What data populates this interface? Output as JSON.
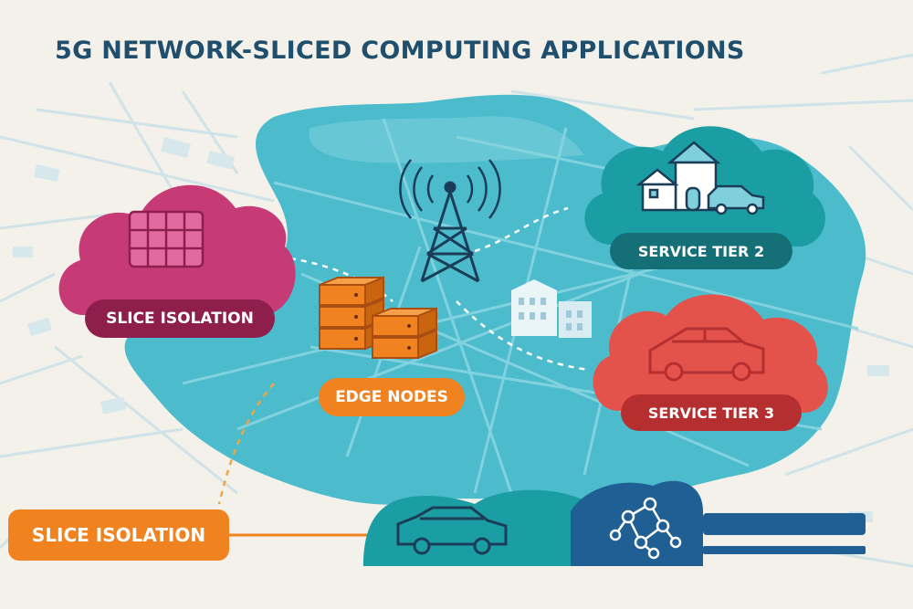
{
  "title": "5G NETWORK-SLICED COMPUTING APPLICATIONS",
  "labels": {
    "slice_isolation_top": "SLICE ISOLATION",
    "edge_nodes": "EDGE NODES",
    "service_tier_2": "SERVICE TIER 2",
    "service_tier_3": "SERVICE TIER 3",
    "slice_isolation_bottom": "SLICE ISOLATION"
  },
  "colors": {
    "background": "#f3f1ea",
    "title": "#1f4f6d",
    "water": "#4cbccd",
    "magenta": "#c63a76",
    "magenta_dark": "#8e1f4d",
    "teal": "#1a9ea3",
    "teal_dark": "#156f76",
    "red": "#e3524b",
    "red_dark": "#b52f31",
    "orange": "#f0821f",
    "navy": "#1f5f94",
    "icon_dark": "#1b3d58"
  },
  "icons": [
    "sim-grid-icon",
    "cell-tower-icon",
    "server-stack-icon",
    "office-buildings-icon",
    "house-icon",
    "car-icon",
    "network-graph-icon"
  ]
}
